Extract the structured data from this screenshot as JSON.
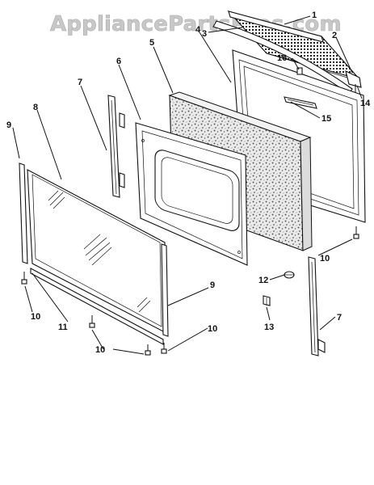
{
  "watermark": "AppliancePartsPros.com",
  "labels": {
    "l1": "1",
    "l2": "2",
    "l3": "3",
    "l4": "4",
    "l5": "5",
    "l6": "6",
    "l7a": "7",
    "l7b": "7",
    "l8": "8",
    "l9a": "9",
    "l9b": "9",
    "l10a": "10",
    "l10b": "10",
    "l10c": "10",
    "l10d": "10",
    "l11": "11",
    "l12": "12",
    "l13": "13",
    "l14": "14",
    "l15": "15",
    "l16": "16"
  }
}
